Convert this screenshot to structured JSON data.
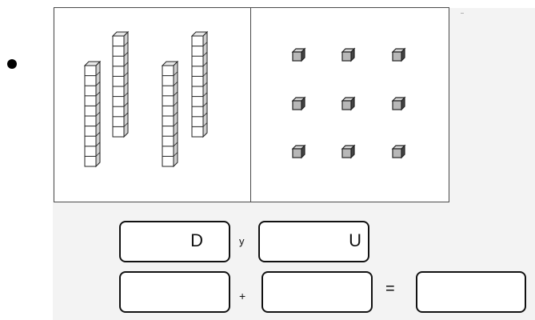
{
  "figure": {
    "tens_rods": 4,
    "unit_cubes": 9
  },
  "equation": {
    "tens_label": "D",
    "connector": "y",
    "units_label": "U",
    "plus_sign": "+",
    "equals_sign": "="
  }
}
